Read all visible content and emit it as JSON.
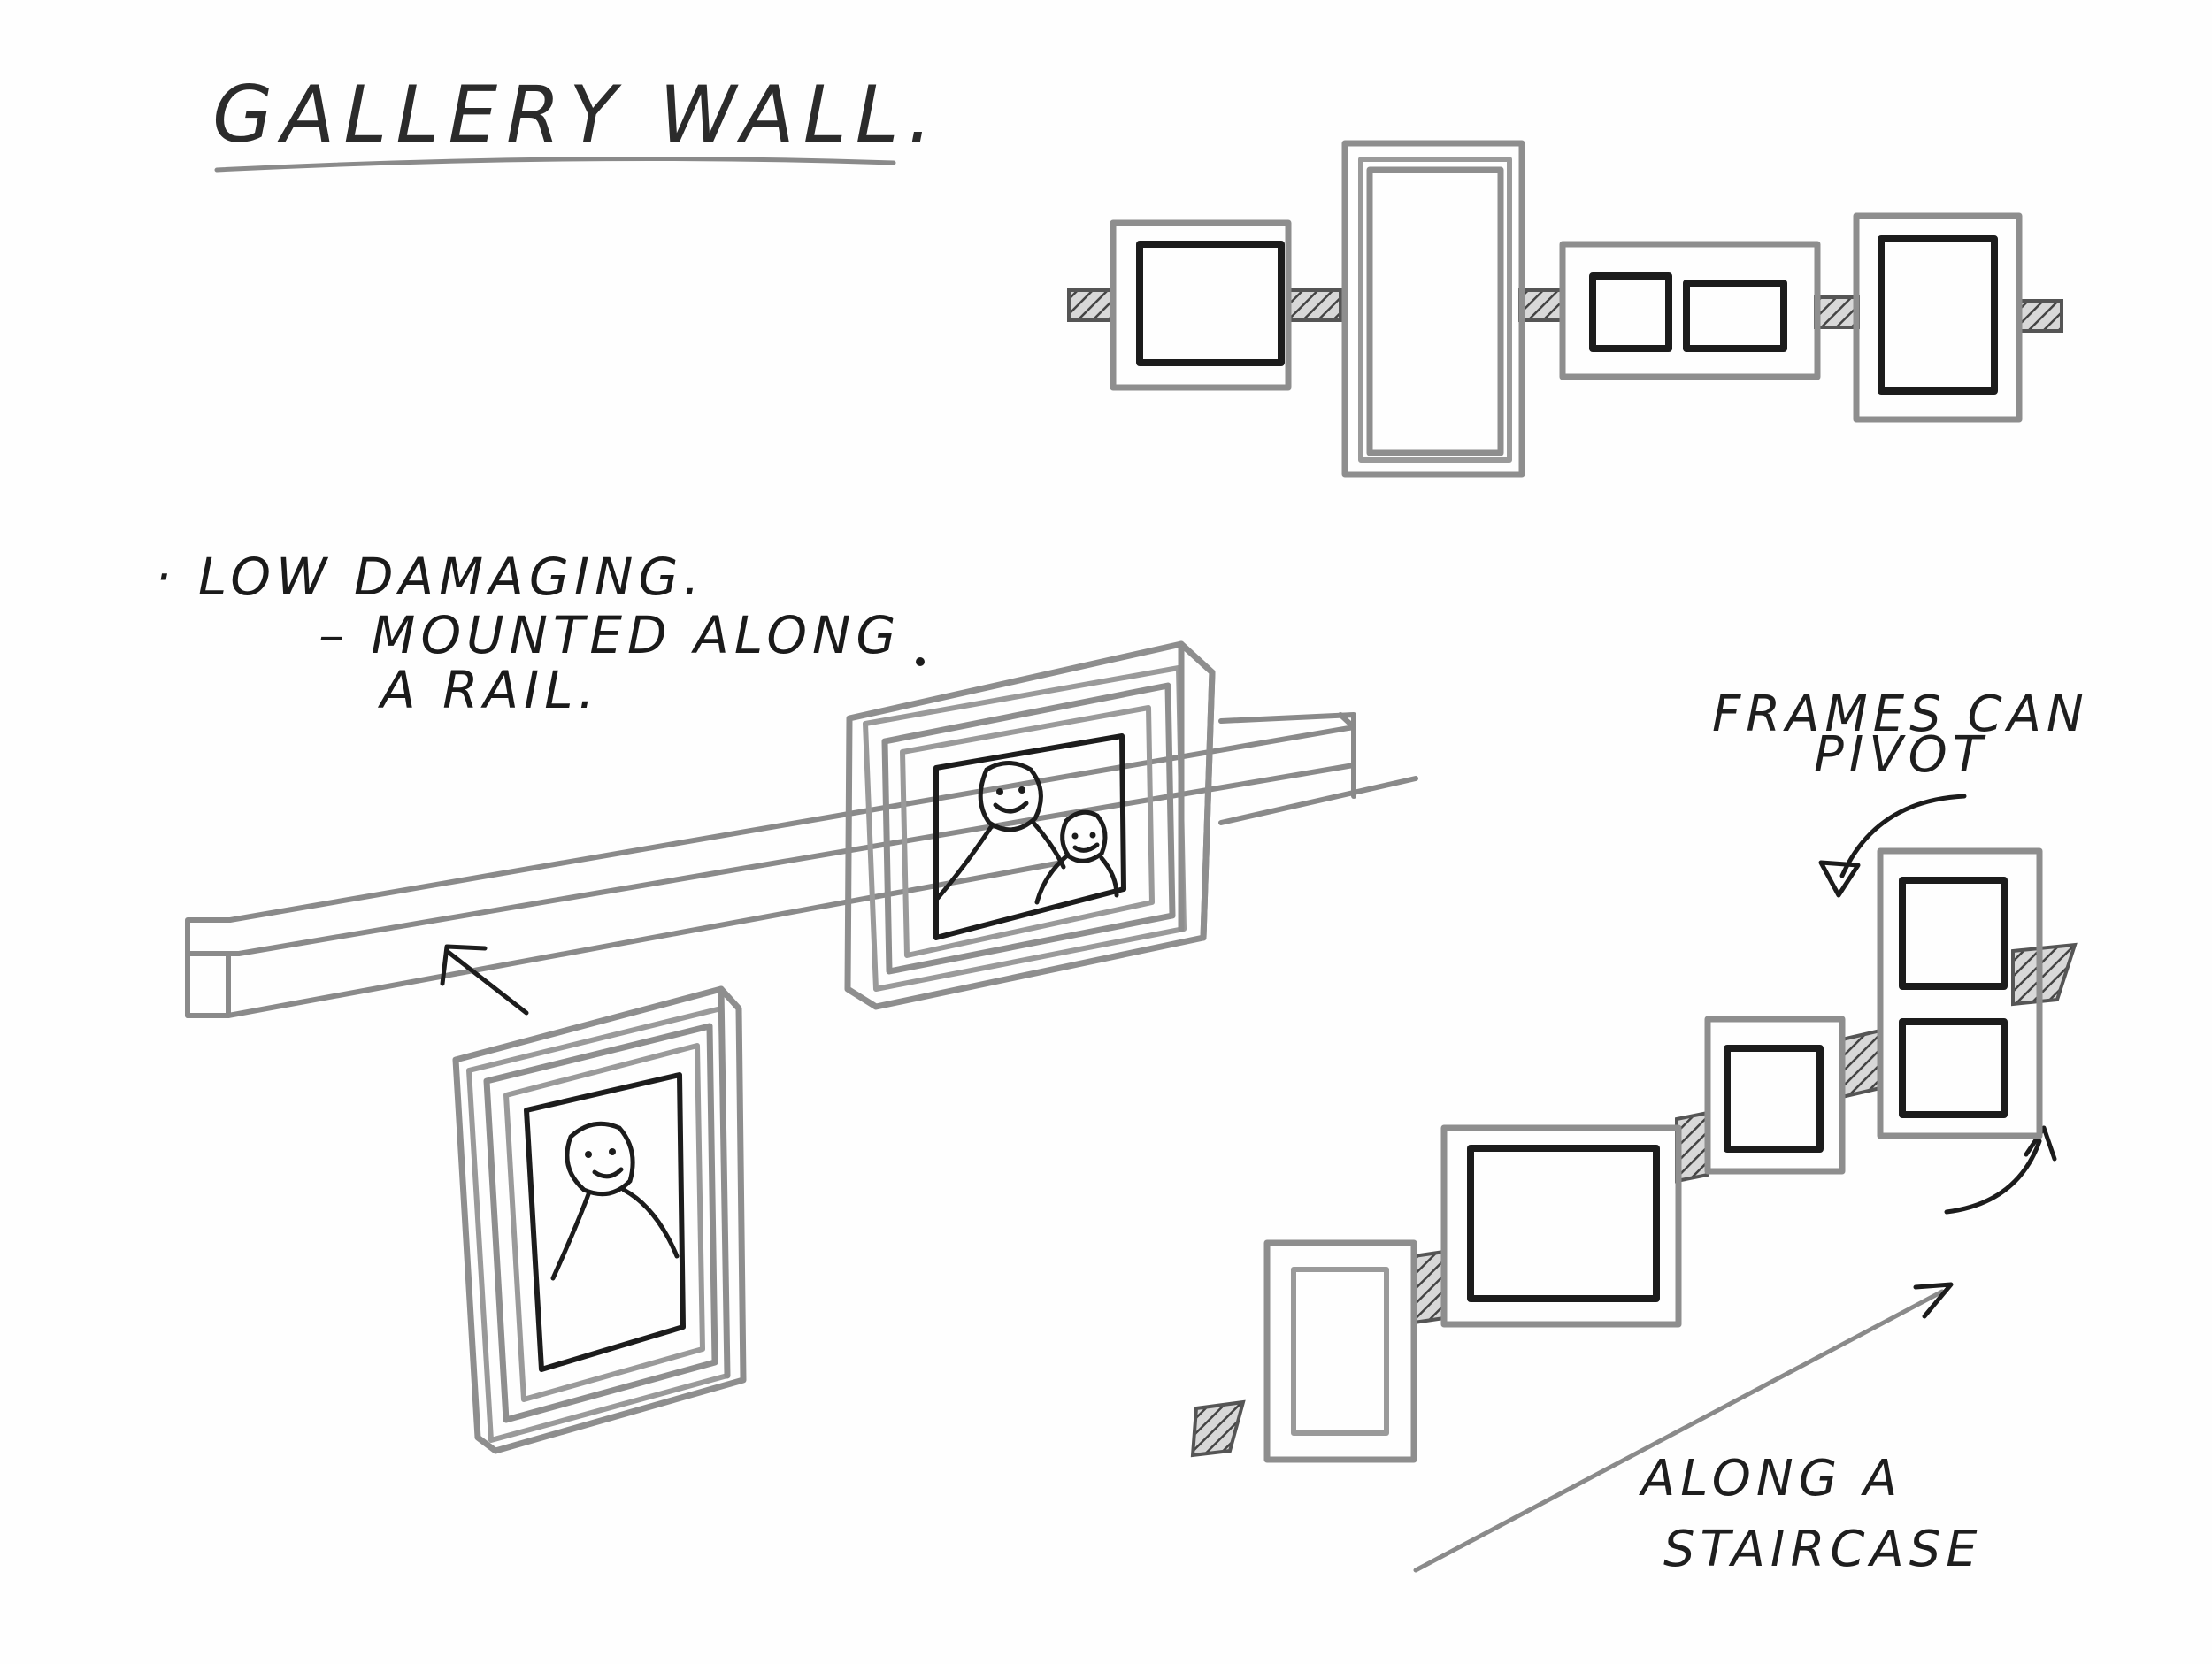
{
  "title": "GALLERY WALL.",
  "notes": {
    "line1": "· LOW DAMAGING.",
    "line2": "– MOUNTED ALONG",
    "line3": "A RAIL."
  },
  "pivot_note": {
    "line1": "FRAMES CAN",
    "line2": "PIVOT"
  },
  "staircase_note": {
    "line1": "ALONG A",
    "line2": "STAIRCASE"
  }
}
